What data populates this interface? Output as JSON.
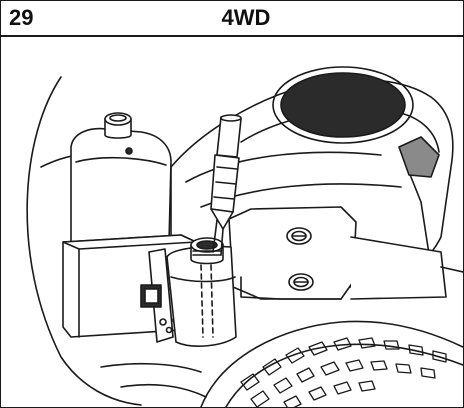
{
  "figure": {
    "number": "29",
    "title": "4WD"
  },
  "illustration": {
    "subject": "engine-oil-fill-with-funnel",
    "colors": {
      "line": "#1a1a1a",
      "dark_fill": "#2b2b2b",
      "gray_fill": "#8a8a8a",
      "background": "#ffffff"
    }
  }
}
